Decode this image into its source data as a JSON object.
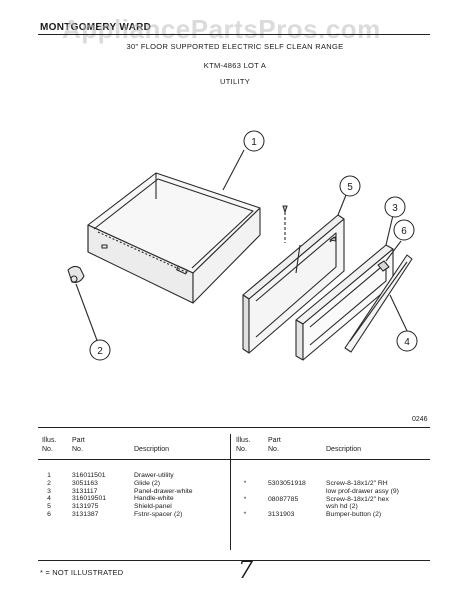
{
  "header": {
    "brand": "MONTGOMERY WARD",
    "watermark": "AppliancePartsPros.com",
    "title_line1": "30\" FLOOR SUPPORTED ELECTRIC SELF CLEAN RANGE",
    "title_line2": "KTM-4863 LOT A",
    "title_line3": "UTILITY"
  },
  "diagram": {
    "callouts": [
      "1",
      "2",
      "3",
      "4",
      "5",
      "6"
    ],
    "figure_code": "0246"
  },
  "table": {
    "headers": {
      "illus_no": [
        "Illus.",
        "No."
      ],
      "part_no": [
        "Part",
        "No."
      ],
      "description": "Description"
    },
    "left_rows": [
      {
        "illus": "1",
        "part": "316011501",
        "desc": "Drawer-utility"
      },
      {
        "illus": "2",
        "part": "3051163",
        "desc": "Glide (2)"
      },
      {
        "illus": "3",
        "part": "3131117",
        "desc": "Panel-drawer-white"
      },
      {
        "illus": "4",
        "part": "316019501",
        "desc": "Handle-white"
      },
      {
        "illus": "5",
        "part": "3131975",
        "desc": "Shield-panel"
      },
      {
        "illus": "6",
        "part": "3131387",
        "desc": "Fstnr-spacer (2)"
      }
    ],
    "right_rows": [
      {
        "illus": "*",
        "part": "5303051918",
        "desc": [
          "Screw-8-18x1/2\" RH",
          "low prof-drawer assy (9)"
        ]
      },
      {
        "illus": "*",
        "part": "08087785",
        "desc": [
          "Screw-8-18x1/2\" hex",
          "wsh hd (2)"
        ]
      },
      {
        "illus": "*",
        "part": "3131903",
        "desc": [
          "Bumper-button (2)"
        ]
      }
    ]
  },
  "footer": {
    "note": "* = NOT ILLUSTRATED",
    "page_mark": "7"
  }
}
